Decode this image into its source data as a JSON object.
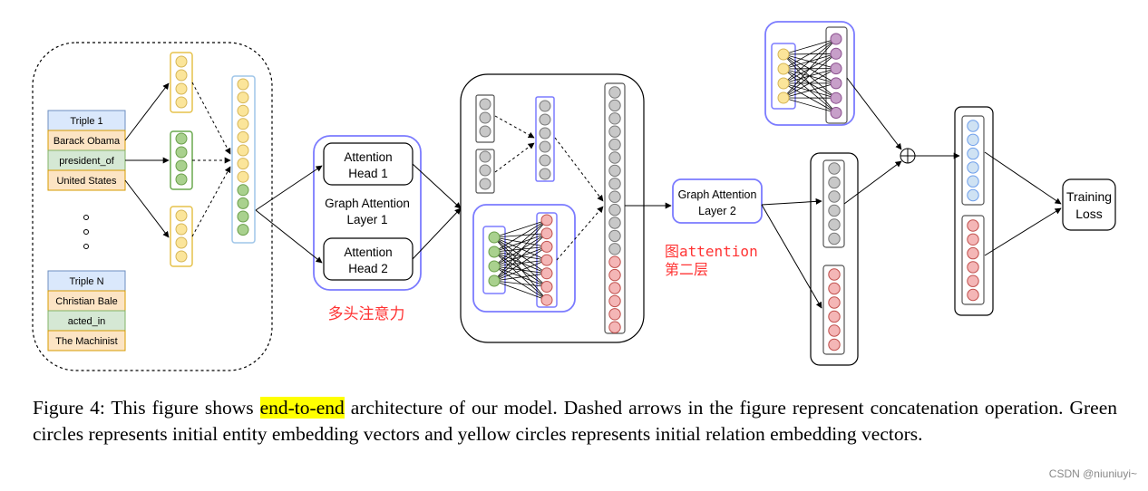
{
  "triples": [
    {
      "header": "Triple 1",
      "head": "Barack Obama",
      "relation": "president_of",
      "tail": "United States"
    },
    {
      "header": "Triple N",
      "head": "Christian Bale",
      "relation": "acted_in",
      "tail": "The Machinist"
    }
  ],
  "layer1": {
    "head1_line1": "Attention",
    "head1_line2": "Head 1",
    "title_line1": "Graph Attention",
    "title_line2": "Layer 1",
    "head2_line1": "Attention",
    "head2_line2": "Head 2"
  },
  "layer2": {
    "line1": "Graph Attention",
    "line2": "Layer 2"
  },
  "training": {
    "line1": "Training",
    "line2": "Loss"
  },
  "annotations": {
    "multi_head": "多头注意力",
    "layer2_cn_line1": "图attention",
    "layer2_cn_line2": "第二层"
  },
  "caption": {
    "part1": "Figure 4: This figure shows ",
    "highlight": "end-to-end",
    "part2": " architecture of our model. Dashed arrows in the figure represent concatenation operation. Green circles represents initial entity embedding vectors and yellow circles represents initial relation embedding vectors."
  },
  "watermark": "CSDN @niuniuyi~",
  "colors": {
    "yellow": "#fbe59a",
    "yellow_stroke": "#d6b656",
    "green": "#a9d18e",
    "green_stroke": "#6a9f4a",
    "gray": "#c8c8c8",
    "gray_stroke": "#777777",
    "pink": "#f4b6b6",
    "pink_stroke": "#c0504d",
    "purple": "#c79fc9",
    "purple_stroke": "#8a4e8d",
    "blue": "#cfe2f3",
    "blue_stroke": "#6d9eeb",
    "frame_blue": "#7b7bff",
    "red_text": "#ff3333"
  }
}
